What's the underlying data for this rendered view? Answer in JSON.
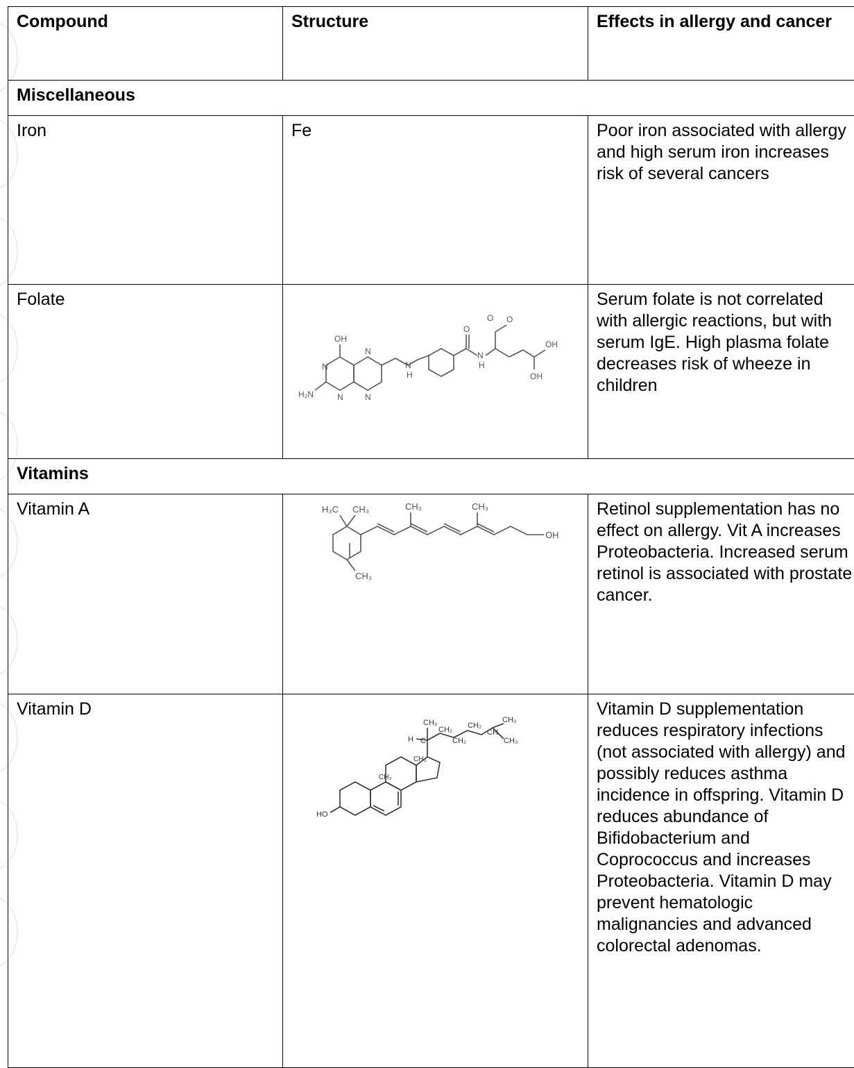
{
  "table": {
    "headers": {
      "compound": "Compound",
      "structure": "Structure",
      "effects": "Effects in allergy and cancer"
    },
    "sections": [
      {
        "title": "Miscellaneous",
        "rows": [
          {
            "compound": "Iron",
            "structure": "Fe",
            "effects": "Poor iron associated with allergy and high serum iron increases risk of several cancers"
          },
          {
            "compound": "Folate",
            "structure_labels": [
              "OH",
              "N",
              "N",
              "N",
              "N",
              "H₂N",
              "N",
              "H",
              "O",
              "N",
              "H",
              "O",
              "OH",
              "OH",
              "O"
            ],
            "effects": "Serum folate is not correlated with allergic reactions, but with serum IgE. High plasma folate decreases risk of wheeze in children"
          }
        ]
      },
      {
        "title": "Vitamins",
        "rows": [
          {
            "compound": "Vitamin A",
            "structure_labels": [
              "H₃C",
              "CH₃",
              "CH₃",
              "CH₃",
              "CH₃",
              "OH"
            ],
            "effects": "Retinol supplementation has no effect on allergy. Vit A increases Proteobacteria. Increased serum retinol is associated with prostate cancer."
          },
          {
            "compound": "Vitamin D",
            "structure_labels": [
              "CH₃",
              "H",
              "C",
              "CH₂",
              "CH₂",
              "CH₂",
              "CH",
              "CH₃",
              "CH₃",
              "CH₃",
              "CH₃",
              "HO"
            ],
            "effects": "Vitamin D supplementation reduces respiratory infections (not associated with allergy) and possibly reduces asthma incidence in offspring. Vitamin D reduces abundance of Bifidobacterium and Coprococcus and increases Proteobacteria. Vitamin D may prevent hematologic malignancies and advanced colorectal adenomas."
          }
        ]
      }
    ]
  }
}
